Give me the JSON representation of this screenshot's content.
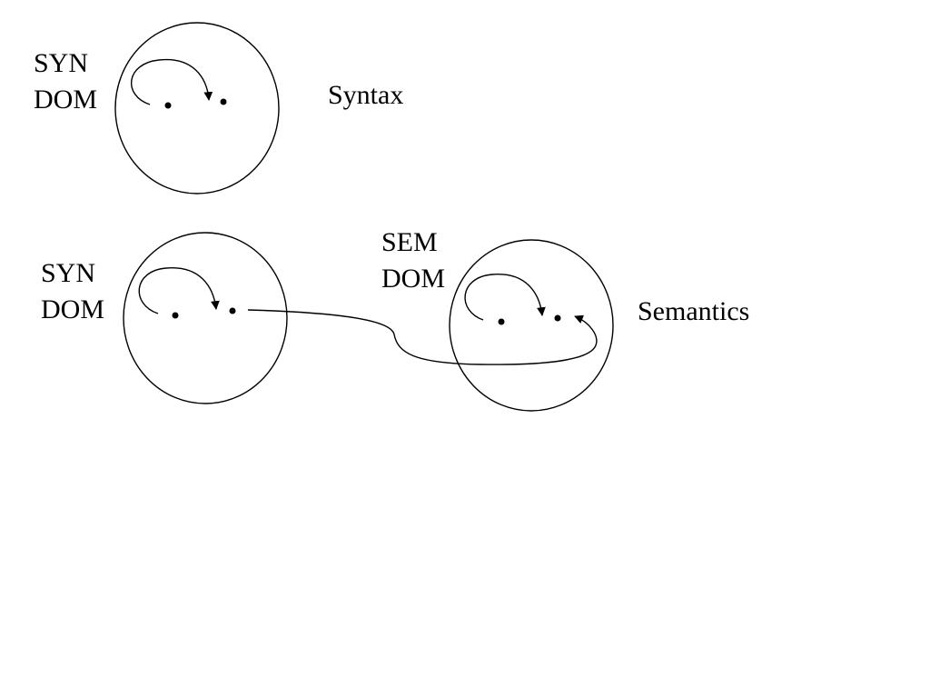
{
  "colors": {
    "background": "#ffffff",
    "ink": "#000000"
  },
  "syntax_diagram": {
    "domain_label_line1": "SYN",
    "domain_label_line2": "DOM",
    "caption": "Syntax"
  },
  "mapping_diagram": {
    "syn_label_line1": "SYN",
    "syn_label_line2": "DOM",
    "sem_label_line1": "SEM",
    "sem_label_line2": "DOM",
    "caption": "Semantics"
  }
}
